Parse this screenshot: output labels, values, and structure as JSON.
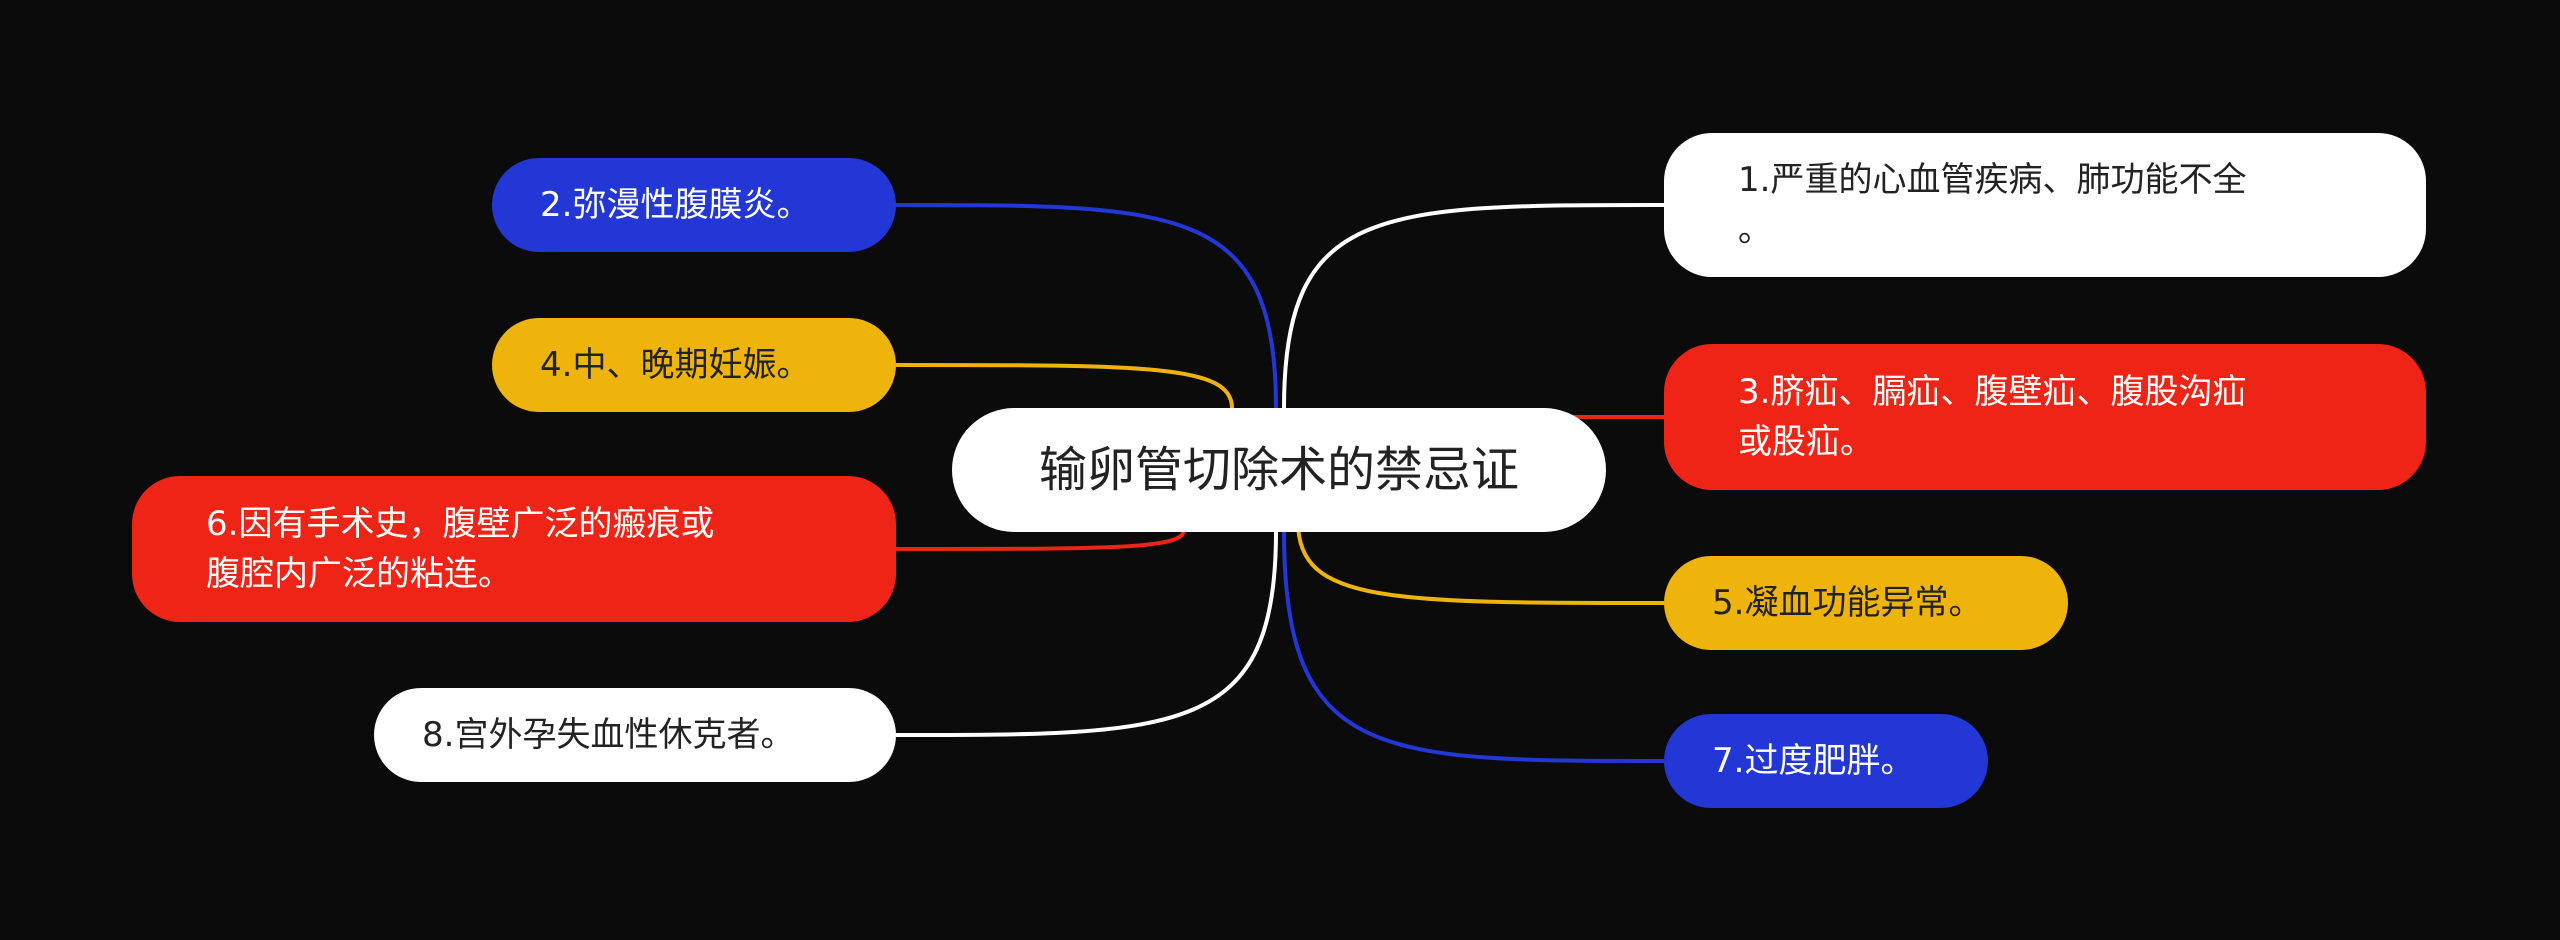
{
  "title": "输卵管切除术的禁忌证",
  "colors": {
    "background": "#0b0b0c",
    "white": "#ffffff",
    "blue": "#2237d6",
    "yellow": "#efb40c",
    "red": "#ee2516"
  },
  "nodes": [
    {
      "id": "n1",
      "lines": [
        "1.严重的心血管疾病、肺功能不全",
        "。"
      ],
      "color": "white"
    },
    {
      "id": "n2",
      "lines": [
        "2.弥漫性腹膜炎。"
      ],
      "color": "blue"
    },
    {
      "id": "n3",
      "lines": [
        "3.脐疝、膈疝、腹壁疝、腹股沟疝",
        "或股疝。"
      ],
      "color": "red"
    },
    {
      "id": "n4",
      "lines": [
        "4.中、晚期妊娠。"
      ],
      "color": "yellow"
    },
    {
      "id": "n5",
      "lines": [
        "5.凝血功能异常。"
      ],
      "color": "yellow"
    },
    {
      "id": "n6",
      "lines": [
        "6.因有手术史，腹壁广泛的瘢痕或",
        "腹腔内广泛的粘连。"
      ],
      "color": "red"
    },
    {
      "id": "n7",
      "lines": [
        "7.过度肥胖。"
      ],
      "color": "blue"
    },
    {
      "id": "n8",
      "lines": [
        "8.宫外孕失血性休克者。"
      ],
      "color": "white"
    }
  ]
}
